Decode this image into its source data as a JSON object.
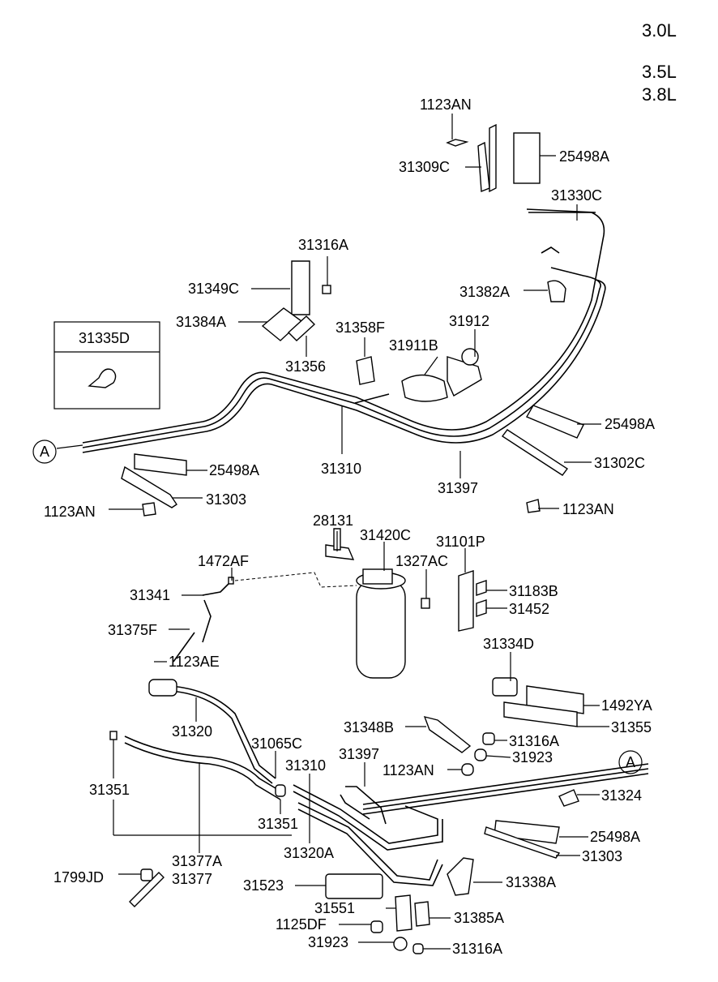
{
  "engines": [
    "3.0L",
    "3.5L",
    "3.8L"
  ],
  "inset_label": "31335D",
  "ref_marker": "A",
  "labels": {
    "p_1123AN_top": "1123AN",
    "p_31309C": "31309C",
    "p_25498A_top": "25498A",
    "p_31330C": "31330C",
    "p_31316A_top": "31316A",
    "p_31349C": "31349C",
    "p_31382A": "31382A",
    "p_31384A": "31384A",
    "p_31358F": "31358F",
    "p_31912": "31912",
    "p_31911B": "31911B",
    "p_31356": "31356",
    "p_25498A_right": "25498A",
    "p_31310_top": "31310",
    "p_31302C": "31302C",
    "p_25498A_left": "25498A",
    "p_31303_left": "31303",
    "p_31397_top": "31397",
    "p_1123AN_left": "1123AN",
    "p_1123AN_right": "1123AN",
    "p_28131": "28131",
    "p_31420C": "31420C",
    "p_31101P": "31101P",
    "p_1472AF": "1472AF",
    "p_1327AC": "1327AC",
    "p_31341": "31341",
    "p_31183B": "31183B",
    "p_31452": "31452",
    "p_31375F": "31375F",
    "p_31334D": "31334D",
    "p_1123AE": "1123AE",
    "p_1492YA": "1492YA",
    "p_31320": "31320",
    "p_31355": "31355",
    "p_31348B": "31348B",
    "p_31316A_mid": "31316A",
    "p_31065C": "31065C",
    "p_31397_bot": "31397",
    "p_31310_bot": "31310",
    "p_31923_mid": "31923",
    "p_1123AN_bot": "1123AN",
    "p_31351_left": "31351",
    "p_31324": "31324",
    "p_31351_mid": "31351",
    "p_25498A_bot": "25498A",
    "p_31320A": "31320A",
    "p_31303_bot": "31303",
    "p_31377A": "31377A",
    "p_1799JD": "1799JD",
    "p_31377": "31377",
    "p_31523": "31523",
    "p_31338A": "31338A",
    "p_31551": "31551",
    "p_31385A": "31385A",
    "p_1125DF": "1125DF",
    "p_31923_bot": "31923",
    "p_31316A_bot": "31316A"
  }
}
